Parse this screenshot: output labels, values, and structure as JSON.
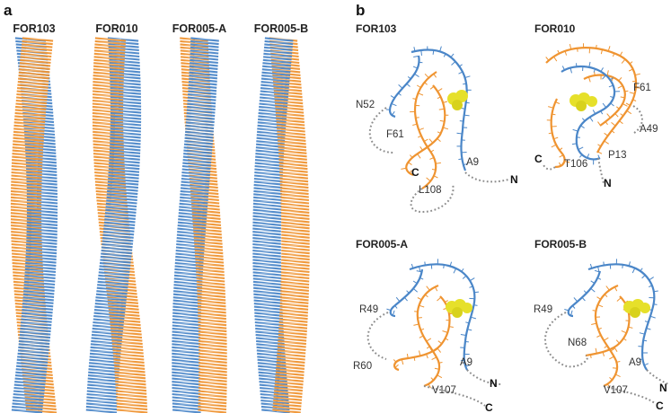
{
  "panel_a": {
    "letter": "a",
    "fibrils": [
      {
        "title": "FOR103"
      },
      {
        "title": "FOR010"
      },
      {
        "title": "FOR005-A"
      },
      {
        "title": "FOR005-B"
      }
    ]
  },
  "panel_b": {
    "letter": "b",
    "structures": [
      {
        "title": "FOR103",
        "residues": [
          "N52",
          "F61",
          "A9",
          "L108"
        ],
        "n_term": "N",
        "c_term": "C"
      },
      {
        "title": "FOR010",
        "residues": [
          "F61",
          "A49",
          "P13",
          "T106"
        ],
        "n_term": "N",
        "c_term": "C"
      },
      {
        "title": "FOR005-A",
        "residues": [
          "R49",
          "R60",
          "A9",
          "V107"
        ],
        "n_term": "N",
        "c_term": "C"
      },
      {
        "title": "FOR005-B",
        "residues": [
          "R49",
          "N68",
          "A9",
          "V107"
        ],
        "n_term": "N",
        "c_term": "C"
      }
    ]
  },
  "colors": {
    "protofilament_blue": "#4a86c8",
    "protofilament_orange": "#ef9431",
    "ligand_yellow": "#e6e02a",
    "dotted_terminus": "#8c8c8c"
  }
}
